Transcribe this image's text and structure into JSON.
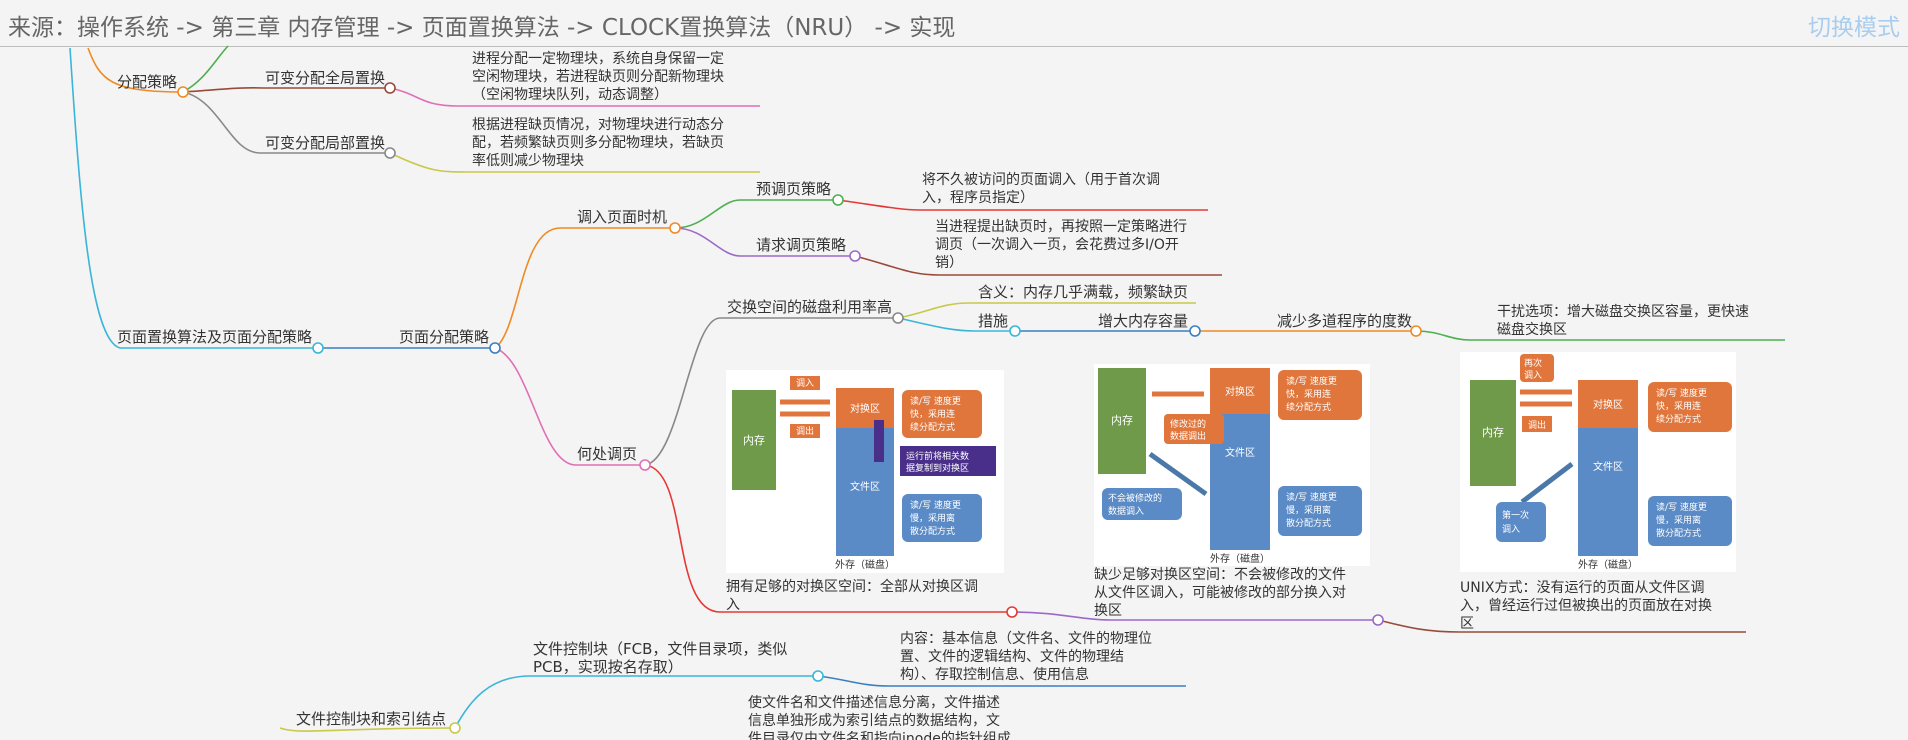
{
  "header": {
    "breadcrumb": "来源：操作系统 -> 第三章 内存管理 -> 页面置换算法 -> CLOCK置换算法（NRU） -> 实现",
    "switch_label": "切换模式"
  },
  "nodes": {
    "alloc_strategy": "分配策略",
    "var_global": "可变分配全局置换",
    "var_global_desc": [
      "进程分配一定物理块，系统自身保留一定",
      "空闲物理块，若进程缺页则分配新物理块",
      "（空闲物理块队列，动态调整）"
    ],
    "var_local": "可变分配局部置换",
    "var_local_desc": [
      "根据进程缺页情况，对物理块进行动态分",
      "配，若频繁缺页则多分配物理块，若缺页",
      "率低则减少物理块"
    ],
    "root": "页面置换算法及页面分配策略",
    "page_alloc": "页面分配策略",
    "when_load": "调入页面时机",
    "prepaging": "预调页策略",
    "prepaging_desc": [
      "将不久被访问的页面调入（用于首次调",
      "入，程序员指定）"
    ],
    "demand": "请求调页策略",
    "demand_desc": [
      "当进程提出缺页时，再按照一定策略进行",
      "调页（一次调入一页，会花费过多I/O开",
      "销）"
    ],
    "where_load": "何处调页",
    "swap_util": "交换空间的磁盘利用率高",
    "meaning": "含义：内存几乎满载，频繁缺页",
    "measure": "措施",
    "add_mem": "增大内存容量",
    "reduce_deg": "减少多道程序的度数",
    "interfere": [
      "干扰选项：增大磁盘交换区容量，更快速",
      "磁盘交换区"
    ],
    "case1": [
      "拥有足够的对换区空间：全部从对换区调",
      "入"
    ],
    "case2": [
      "缺少足够对换区空间：不会被修改的文件",
      "从文件区调入，可能被修改的部分换入对",
      "换区"
    ],
    "case3": [
      "UNIX方式：没有运行的页面从文件区调",
      "入，曾经运行过但被换出的页面放在对换",
      "区"
    ],
    "fcb": [
      "文件控制块（FCB，文件目录项，类似",
      "PCB，实现按名存取）"
    ],
    "fcb_content": [
      "内容：基本信息（文件名、文件的物理位",
      "置、文件的逻辑结构、文件的物理结",
      "构）、存取控制信息、使用信息"
    ],
    "fcb_index": "文件控制块和索引结点",
    "index_desc": [
      "使文件名和文件描述信息分离，文件描述",
      "信息单独形成为索引结点的数据结构，文",
      "件目录仅由文件名和指向inode的指针组成"
    ]
  },
  "figures": {
    "mem": "内存",
    "swap": "对换区",
    "file": "文件区",
    "disk": "外存（磁盘）",
    "in": "调入",
    "out": "调出",
    "fast": [
      "读/写 速度更",
      "快，采用连",
      "续分配方式"
    ],
    "slow": [
      "读/写 速度更",
      "慢，采用离",
      "散分配方式"
    ],
    "copy": [
      "运行前将相关数",
      "据复制到对换区"
    ],
    "modified": [
      "修改过的",
      "数据调出"
    ],
    "unmodified": [
      "不会被修改的",
      "数据调入"
    ],
    "again": [
      "再次",
      "调入"
    ],
    "first": [
      "第一次",
      "调入"
    ]
  }
}
